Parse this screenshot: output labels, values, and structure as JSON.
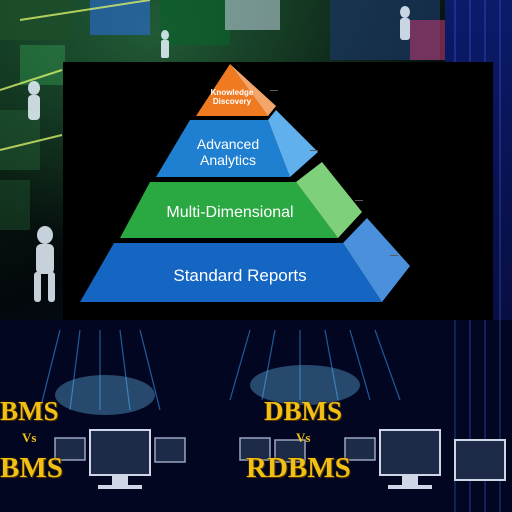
{
  "pyramid": {
    "tiers": [
      {
        "label_lines": [
          "Knowledge",
          "Discovery"
        ],
        "color": "#f07a22"
      },
      {
        "label_lines": [
          "Advanced",
          "Analytics"
        ],
        "color": "#1f7fd0"
      },
      {
        "label_lines": [
          "Multi-Dimensional"
        ],
        "color": "#2aa842"
      },
      {
        "label_lines": [
          "Standard Reports"
        ],
        "color": "#1466c2"
      }
    ]
  },
  "posters": [
    {
      "top": "DBMS",
      "vs": "Vs",
      "bottom": "RDBMS"
    },
    {
      "top": "BMS",
      "vs": "Vs",
      "bottom": "BMS"
    }
  ],
  "colors": {
    "title_gold": "#f2c014",
    "background": "#02060f"
  }
}
